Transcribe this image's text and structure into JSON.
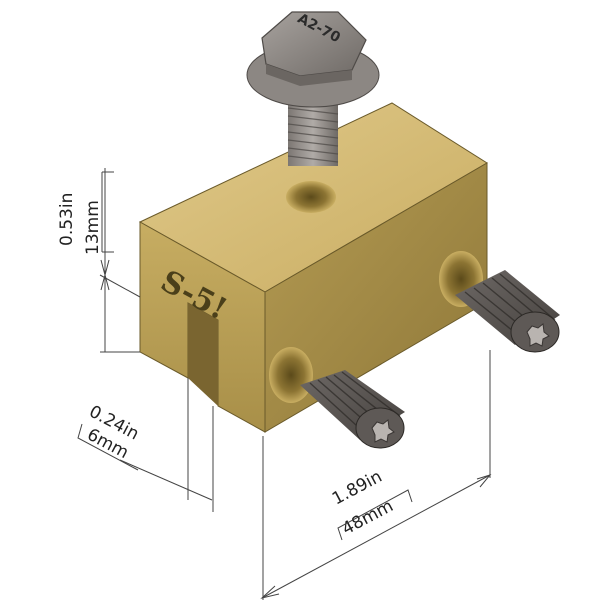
{
  "bolt": {
    "marking": "A2-70"
  },
  "logo": {
    "text": "S-5!"
  },
  "dimensions": {
    "height": {
      "in": "0.53in",
      "mm": "13mm"
    },
    "slot": {
      "in": "0.24in",
      "mm": "6mm"
    },
    "length": {
      "in": "1.89in",
      "mm": "48mm"
    }
  },
  "colors": {
    "brass_top": "#d4ba74",
    "brass_front": "#b39a51",
    "brass_side": "#9c8440",
    "steel": "#8f8a86",
    "steel_dark": "#5f5a57",
    "screw": "#5a5552"
  }
}
